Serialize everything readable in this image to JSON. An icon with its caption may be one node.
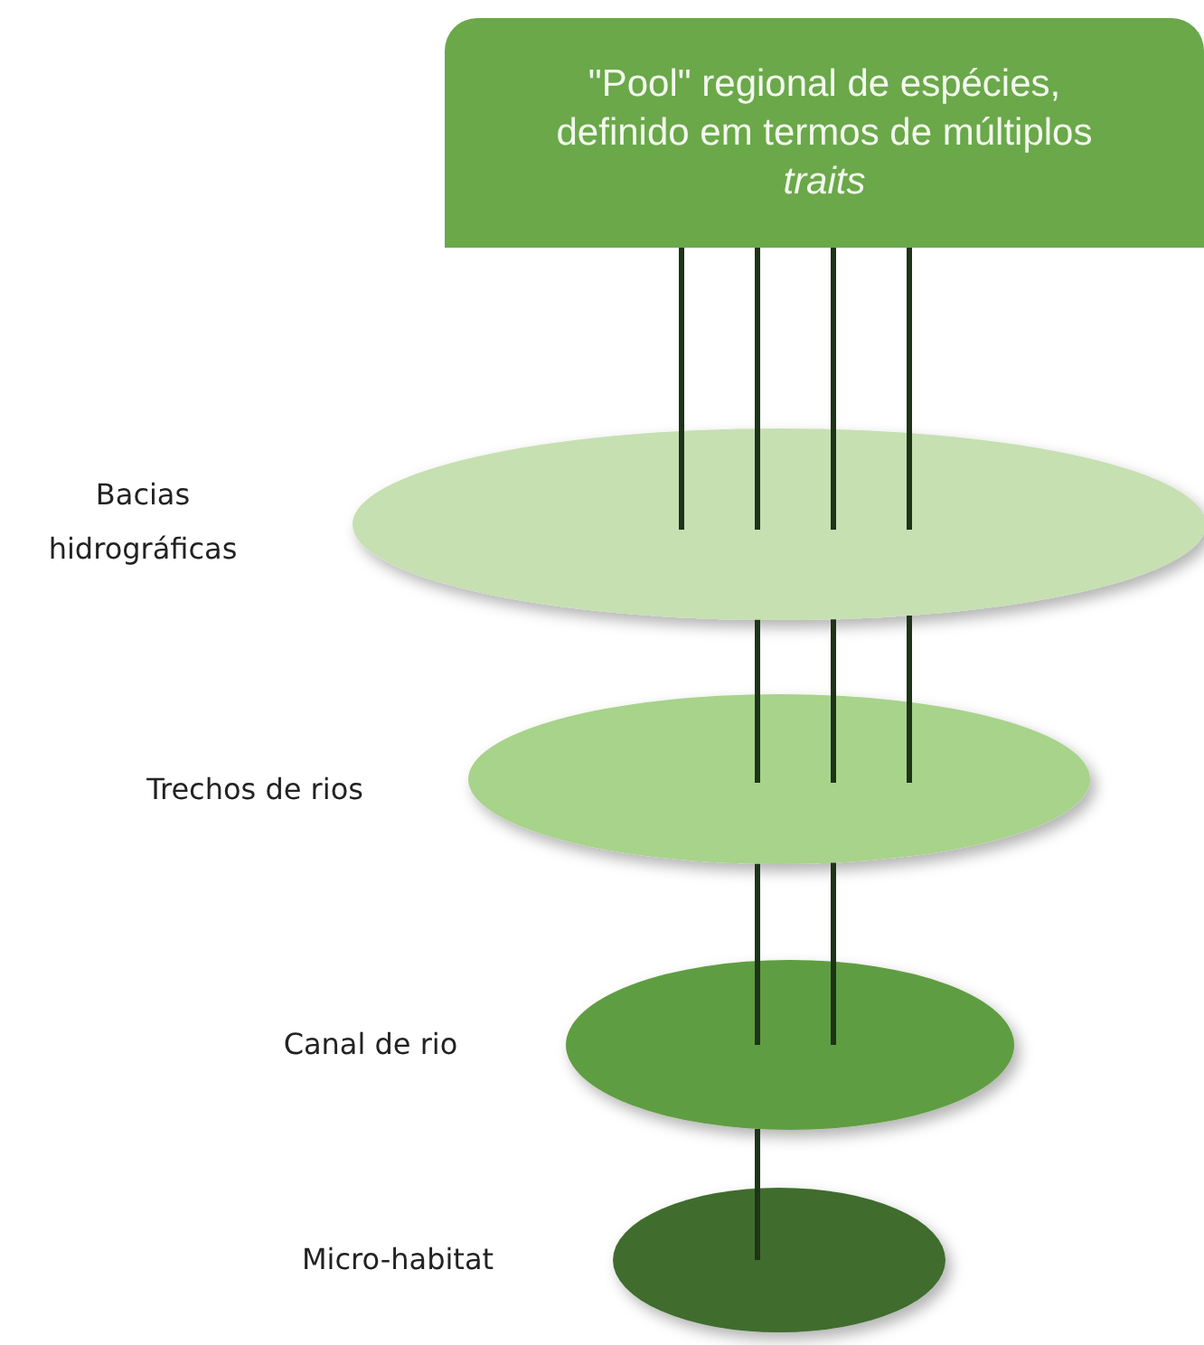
{
  "diagram": {
    "nodes": [
      {
        "text": [
          "\"Pool\" regional de espécies, definido em termos de múltiplos *traits*"
        ]
      },
      {
        "text": [],
        "shape": "ellipse"
      },
      {
        "text": [],
        "shape": "ellipse"
      },
      {
        "text": [],
        "shape": "ellipse"
      },
      {
        "text": [],
        "shape": "ellipse"
      }
    ],
    "edges": [
      {
        "from": 0,
        "to": 1,
        "arrow": "none"
      },
      {
        "from": 0,
        "to": 1,
        "arrow": "none"
      },
      {
        "from": 0,
        "to": 1,
        "arrow": "none"
      },
      {
        "from": 0,
        "to": 1,
        "arrow": "none"
      },
      {
        "from": 1,
        "to": 2,
        "arrow": "none"
      },
      {
        "from": 1,
        "to": 2,
        "arrow": "none"
      },
      {
        "from": 1,
        "to": 2,
        "arrow": "none"
      },
      {
        "from": 2,
        "to": 3,
        "arrow": "none"
      },
      {
        "from": 2,
        "to": 3,
        "arrow": "none"
      },
      {
        "from": 3,
        "to": 4,
        "arrow": "none"
      }
    ],
    "labels": [
      "Bacias hidrográficas",
      "Trechos de rios",
      "Canal de rio",
      "Micro-habitat"
    ]
  }
}
